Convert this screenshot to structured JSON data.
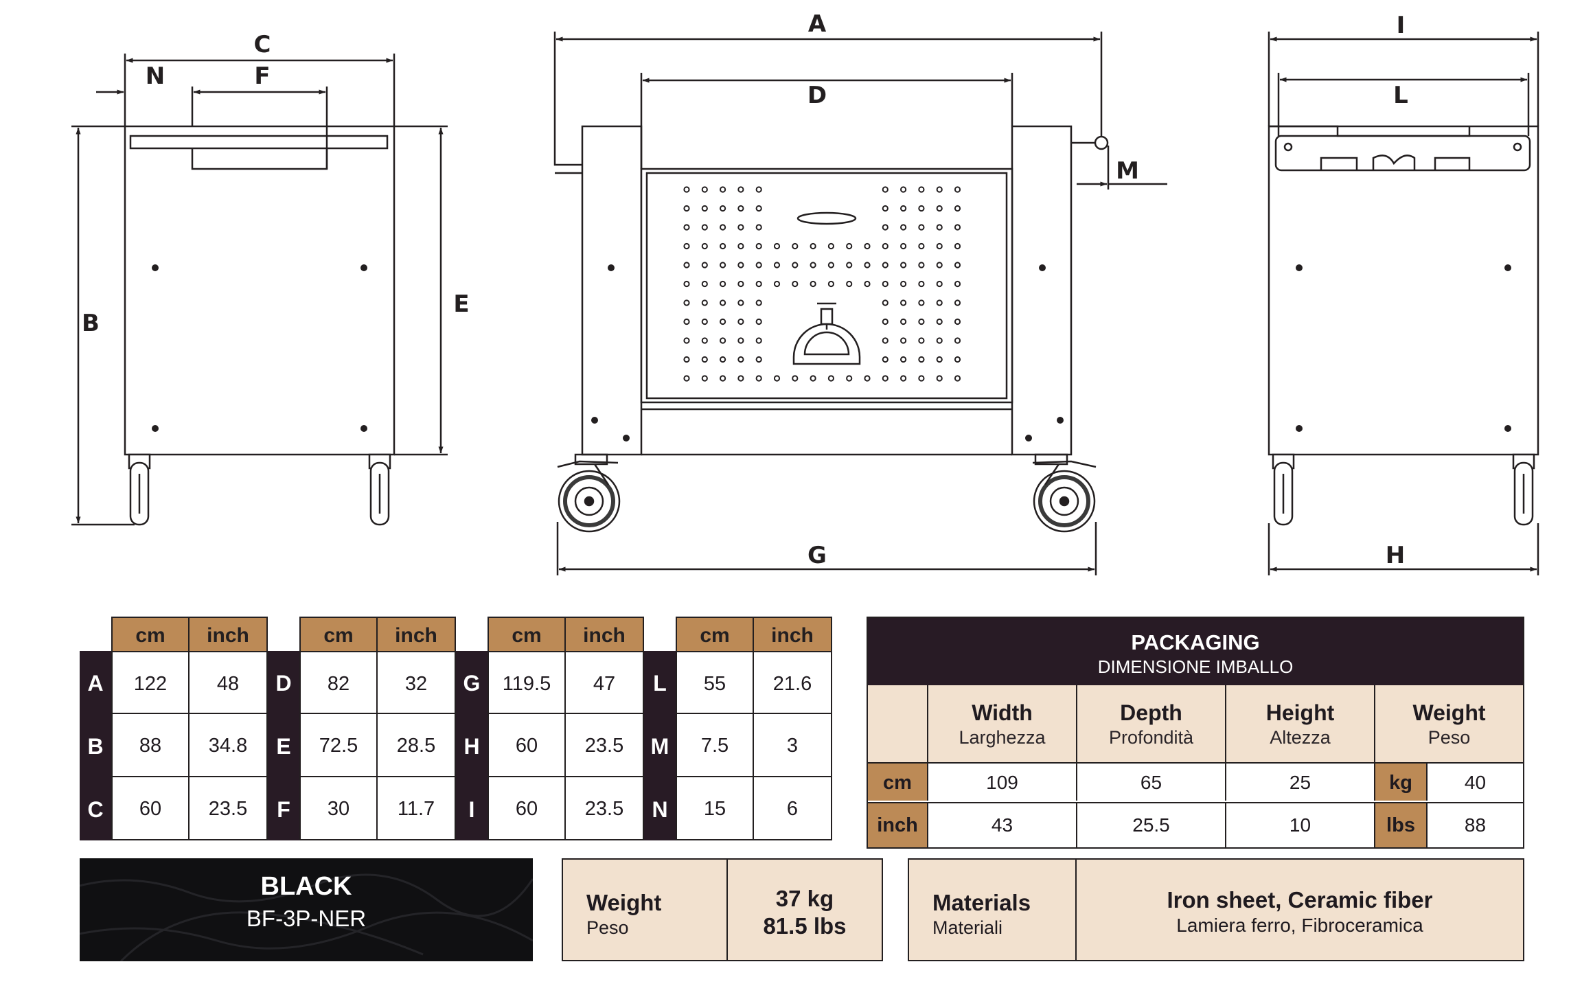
{
  "labels": {
    "side_left": {
      "C": "C",
      "N": "N",
      "F": "F",
      "B": "B",
      "E": "E"
    },
    "front": {
      "A": "A",
      "D": "D",
      "M": "M",
      "G": "G"
    },
    "side_right": {
      "I": "I",
      "L": "L",
      "H": "H"
    }
  },
  "units": {
    "cm": "cm",
    "inch": "inch"
  },
  "dimension_groups": [
    {
      "rows": [
        {
          "letter": "A",
          "cm": "122",
          "inch": "48"
        },
        {
          "letter": "B",
          "cm": "88",
          "inch": "34.8"
        },
        {
          "letter": "C",
          "cm": "60",
          "inch": "23.5"
        }
      ]
    },
    {
      "rows": [
        {
          "letter": "D",
          "cm": "82",
          "inch": "32"
        },
        {
          "letter": "E",
          "cm": "72.5",
          "inch": "28.5"
        },
        {
          "letter": "F",
          "cm": "30",
          "inch": "11.7"
        }
      ]
    },
    {
      "rows": [
        {
          "letter": "G",
          "cm": "119.5",
          "inch": "47"
        },
        {
          "letter": "H",
          "cm": "60",
          "inch": "23.5"
        },
        {
          "letter": "I",
          "cm": "60",
          "inch": "23.5"
        }
      ]
    },
    {
      "rows": [
        {
          "letter": "L",
          "cm": "55",
          "inch": "21.6"
        },
        {
          "letter": "M",
          "cm": "7.5",
          "inch": "3"
        },
        {
          "letter": "N",
          "cm": "15",
          "inch": "6"
        }
      ]
    }
  ],
  "packaging": {
    "title": "PACKAGING",
    "subtitle": "DIMENSIONE IMBALLO",
    "columns": [
      {
        "en": "Width",
        "it": "Larghezza"
      },
      {
        "en": "Depth",
        "it": "Profondità"
      },
      {
        "en": "Height",
        "it": "Altezza"
      },
      {
        "en": "Weight",
        "it": "Peso"
      }
    ],
    "rows": [
      {
        "unit": "cm",
        "width": "109",
        "depth": "65",
        "height": "25",
        "weight_unit": "kg",
        "weight": "40"
      },
      {
        "unit": "inch",
        "width": "43",
        "depth": "25.5",
        "height": "10",
        "weight_unit": "lbs",
        "weight": "88"
      }
    ]
  },
  "color_box": {
    "title": "BLACK",
    "code": "BF-3P-NER"
  },
  "weight_box": {
    "label_en": "Weight",
    "label_it": "Peso",
    "value_kg": "37 kg",
    "value_lbs": "81.5 lbs"
  },
  "materials_box": {
    "label_en": "Materials",
    "label_it": "Materiali",
    "value_en": "Iron sheet, Ceramic fiber",
    "value_it": "Lamiera ferro, Fibroceramica"
  },
  "colors": {
    "tan": "#bc8a56",
    "dark": "#281b25",
    "cream": "#f2e1cf",
    "line": "#231f20"
  }
}
